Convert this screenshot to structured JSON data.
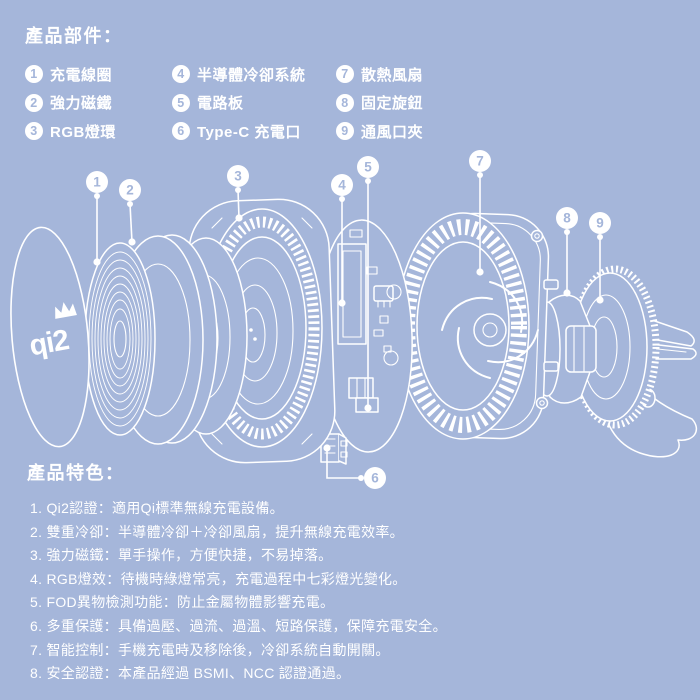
{
  "colors": {
    "background": "#a5b6da",
    "text": "#ffffff",
    "line_art": "#ffffff",
    "badge_number": "#a5b6da"
  },
  "parts": {
    "title": "產品部件：",
    "items": [
      {
        "num": "1",
        "label": "充電線圈"
      },
      {
        "num": "2",
        "label": "強力磁鐵"
      },
      {
        "num": "3",
        "label": "RGB燈環"
      },
      {
        "num": "4",
        "label": "半導體冷卻系統"
      },
      {
        "num": "5",
        "label": "電路板"
      },
      {
        "num": "6",
        "label": "Type-C 充電口"
      },
      {
        "num": "7",
        "label": "散熱風扇"
      },
      {
        "num": "8",
        "label": "固定旋鈕"
      },
      {
        "num": "9",
        "label": "通風口夾"
      }
    ]
  },
  "diagram": {
    "logo_text": "qi2",
    "callouts": [
      "1",
      "2",
      "3",
      "4",
      "5",
      "6",
      "7",
      "8",
      "9"
    ]
  },
  "features": {
    "title": "產品特色：",
    "items": [
      "1. Qi2認證：適用Qi標準無線充電設備。",
      "2. 雙重冷卻：半導體冷卻＋冷卻風扇，提升無線充電效率。",
      "3. 強力磁鐵：單手操作，方便快捷，不易掉落。",
      "4. RGB燈效：待機時綠燈常亮，充電過程中七彩燈光變化。",
      "5. FOD異物檢測功能：防止金屬物體影響充電。",
      "6. 多重保護：具備過壓、過流、過溫、短路保護，保障充電安全。",
      "7. 智能控制：手機充電時及移除後，冷卻系統自動開關。",
      "8. 安全認證：本產品經過 BSMI、NCC 認證通過。"
    ]
  }
}
